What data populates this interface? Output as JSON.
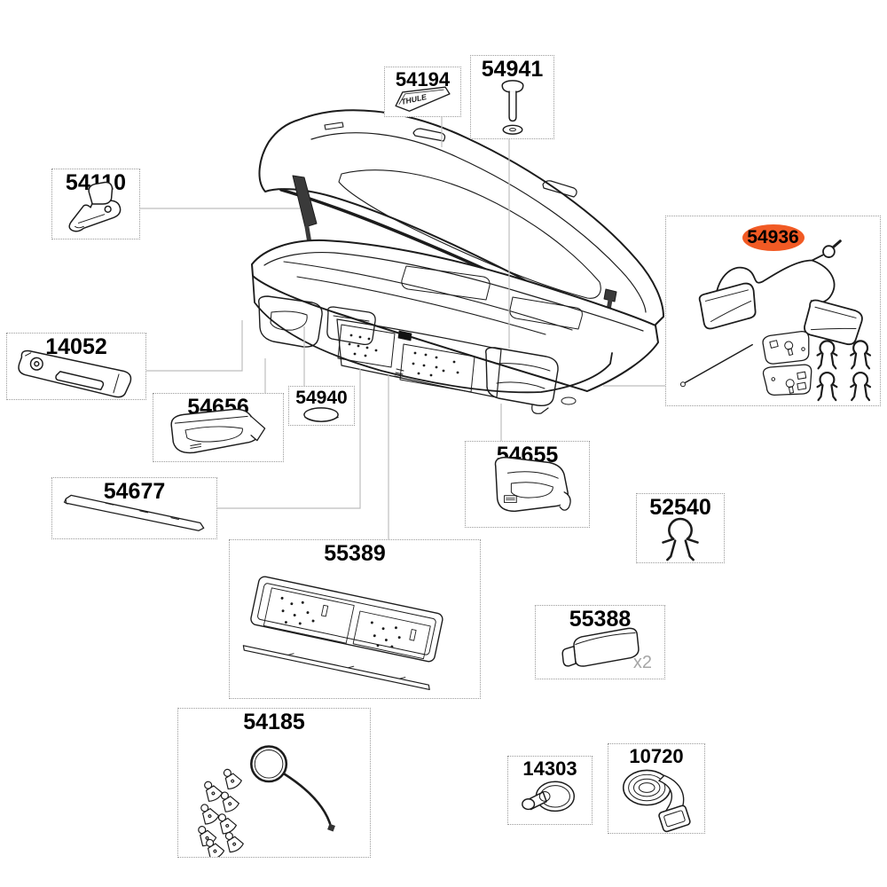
{
  "page": {
    "type": "exploded-parts-diagram",
    "background": "#ffffff"
  },
  "highlight": {
    "part_number": "54936",
    "color": "#f15a24"
  },
  "brand_badge_text": "THULE",
  "parts": {
    "n54194": {
      "number": "54194",
      "icon": "logo-badge-icon"
    },
    "n54941": {
      "number": "54941",
      "icon": "bolt-washer-icon"
    },
    "n54110": {
      "number": "54110",
      "icon": "lid-hook-icon"
    },
    "n54936": {
      "number": "54936",
      "icon": "rear-light-kit-icon"
    },
    "n14052": {
      "number": "14052",
      "icon": "handle-trim-icon"
    },
    "n54656": {
      "number": "54656",
      "icon": "corner-cover-left-icon"
    },
    "n54940": {
      "number": "54940",
      "icon": "oval-cap-icon"
    },
    "n54677": {
      "number": "54677",
      "icon": "trim-strip-icon"
    },
    "n54655": {
      "number": "54655",
      "icon": "corner-cover-right-icon"
    },
    "n52540": {
      "number": "52540",
      "icon": "cable-clip-icon"
    },
    "n55389": {
      "number": "55389",
      "icon": "licence-plate-holder-icon"
    },
    "n55388": {
      "number": "55388",
      "icon": "rubber-pad-icon",
      "quantity": "x2"
    },
    "n54185": {
      "number": "54185",
      "icon": "lock-cylinder-cable-kit-icon"
    },
    "n14303": {
      "number": "14303",
      "icon": "grommet-icon"
    },
    "n10720": {
      "number": "10720",
      "icon": "strap-icon"
    }
  }
}
